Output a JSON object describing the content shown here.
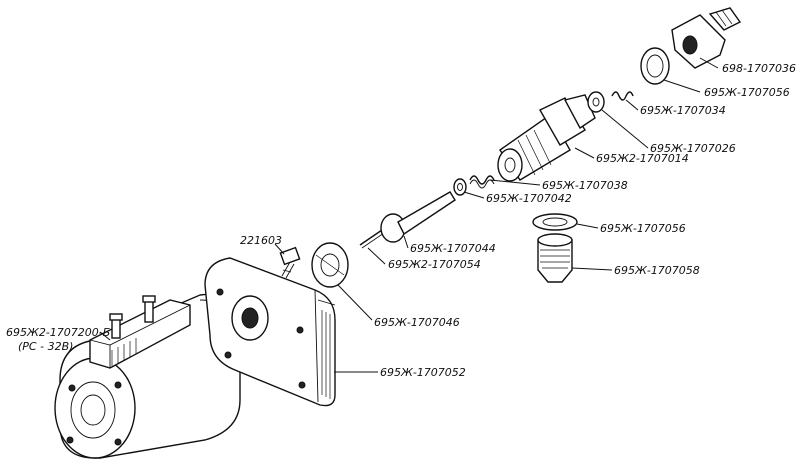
{
  "labels": {
    "l1": "698-1707036",
    "l2": "695Ж-1707056",
    "l3": "695Ж-1707034",
    "l4": "695Ж-1707026",
    "l5": "695Ж2-1707014",
    "l6": "695Ж-1707038",
    "l7": "695Ж-1707042",
    "l8": "695Ж-1707056",
    "l9": "695Ж-1707044",
    "l10": "695Ж2-1707054",
    "l11": "695Ж-1707058",
    "l12": "221603",
    "l13": "695Ж2-1707200-Б",
    "l14": "(РС - 32В)",
    "l15": "695Ж-1707046",
    "l16": "695Ж-1707052"
  }
}
